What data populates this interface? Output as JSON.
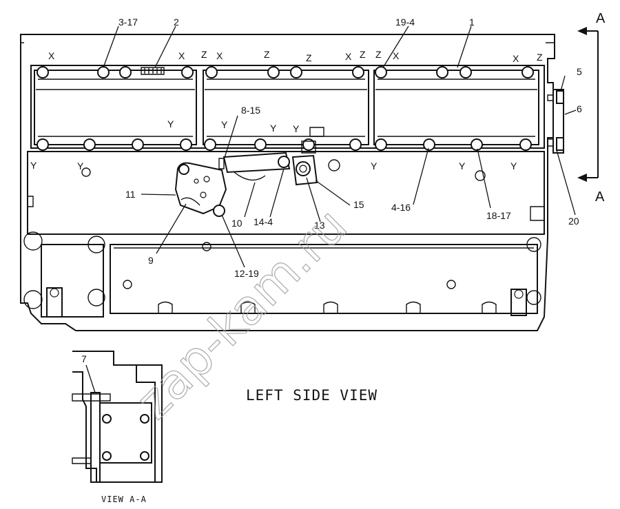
{
  "view_title": "LEFT SIDE VIEW",
  "section_view_label": "VIEW A-A",
  "section_marker": "A",
  "watermark": "zap-kam.ru",
  "callouts": {
    "c3_17": "3-17",
    "c2": "2",
    "c19_4": "19-4",
    "c1": "1",
    "c5": "5",
    "c6": "6",
    "c8_15": "8-15",
    "c11": "11",
    "c10": "10",
    "c14_4": "14-4",
    "c13": "13",
    "c15": "15",
    "c4_16": "4-16",
    "c18_17": "18-17",
    "c20": "20",
    "c9": "9",
    "c12_19": "12-19",
    "c7": "7"
  },
  "bolt_marks": {
    "x": "X",
    "y": "Y",
    "z": "Z"
  }
}
